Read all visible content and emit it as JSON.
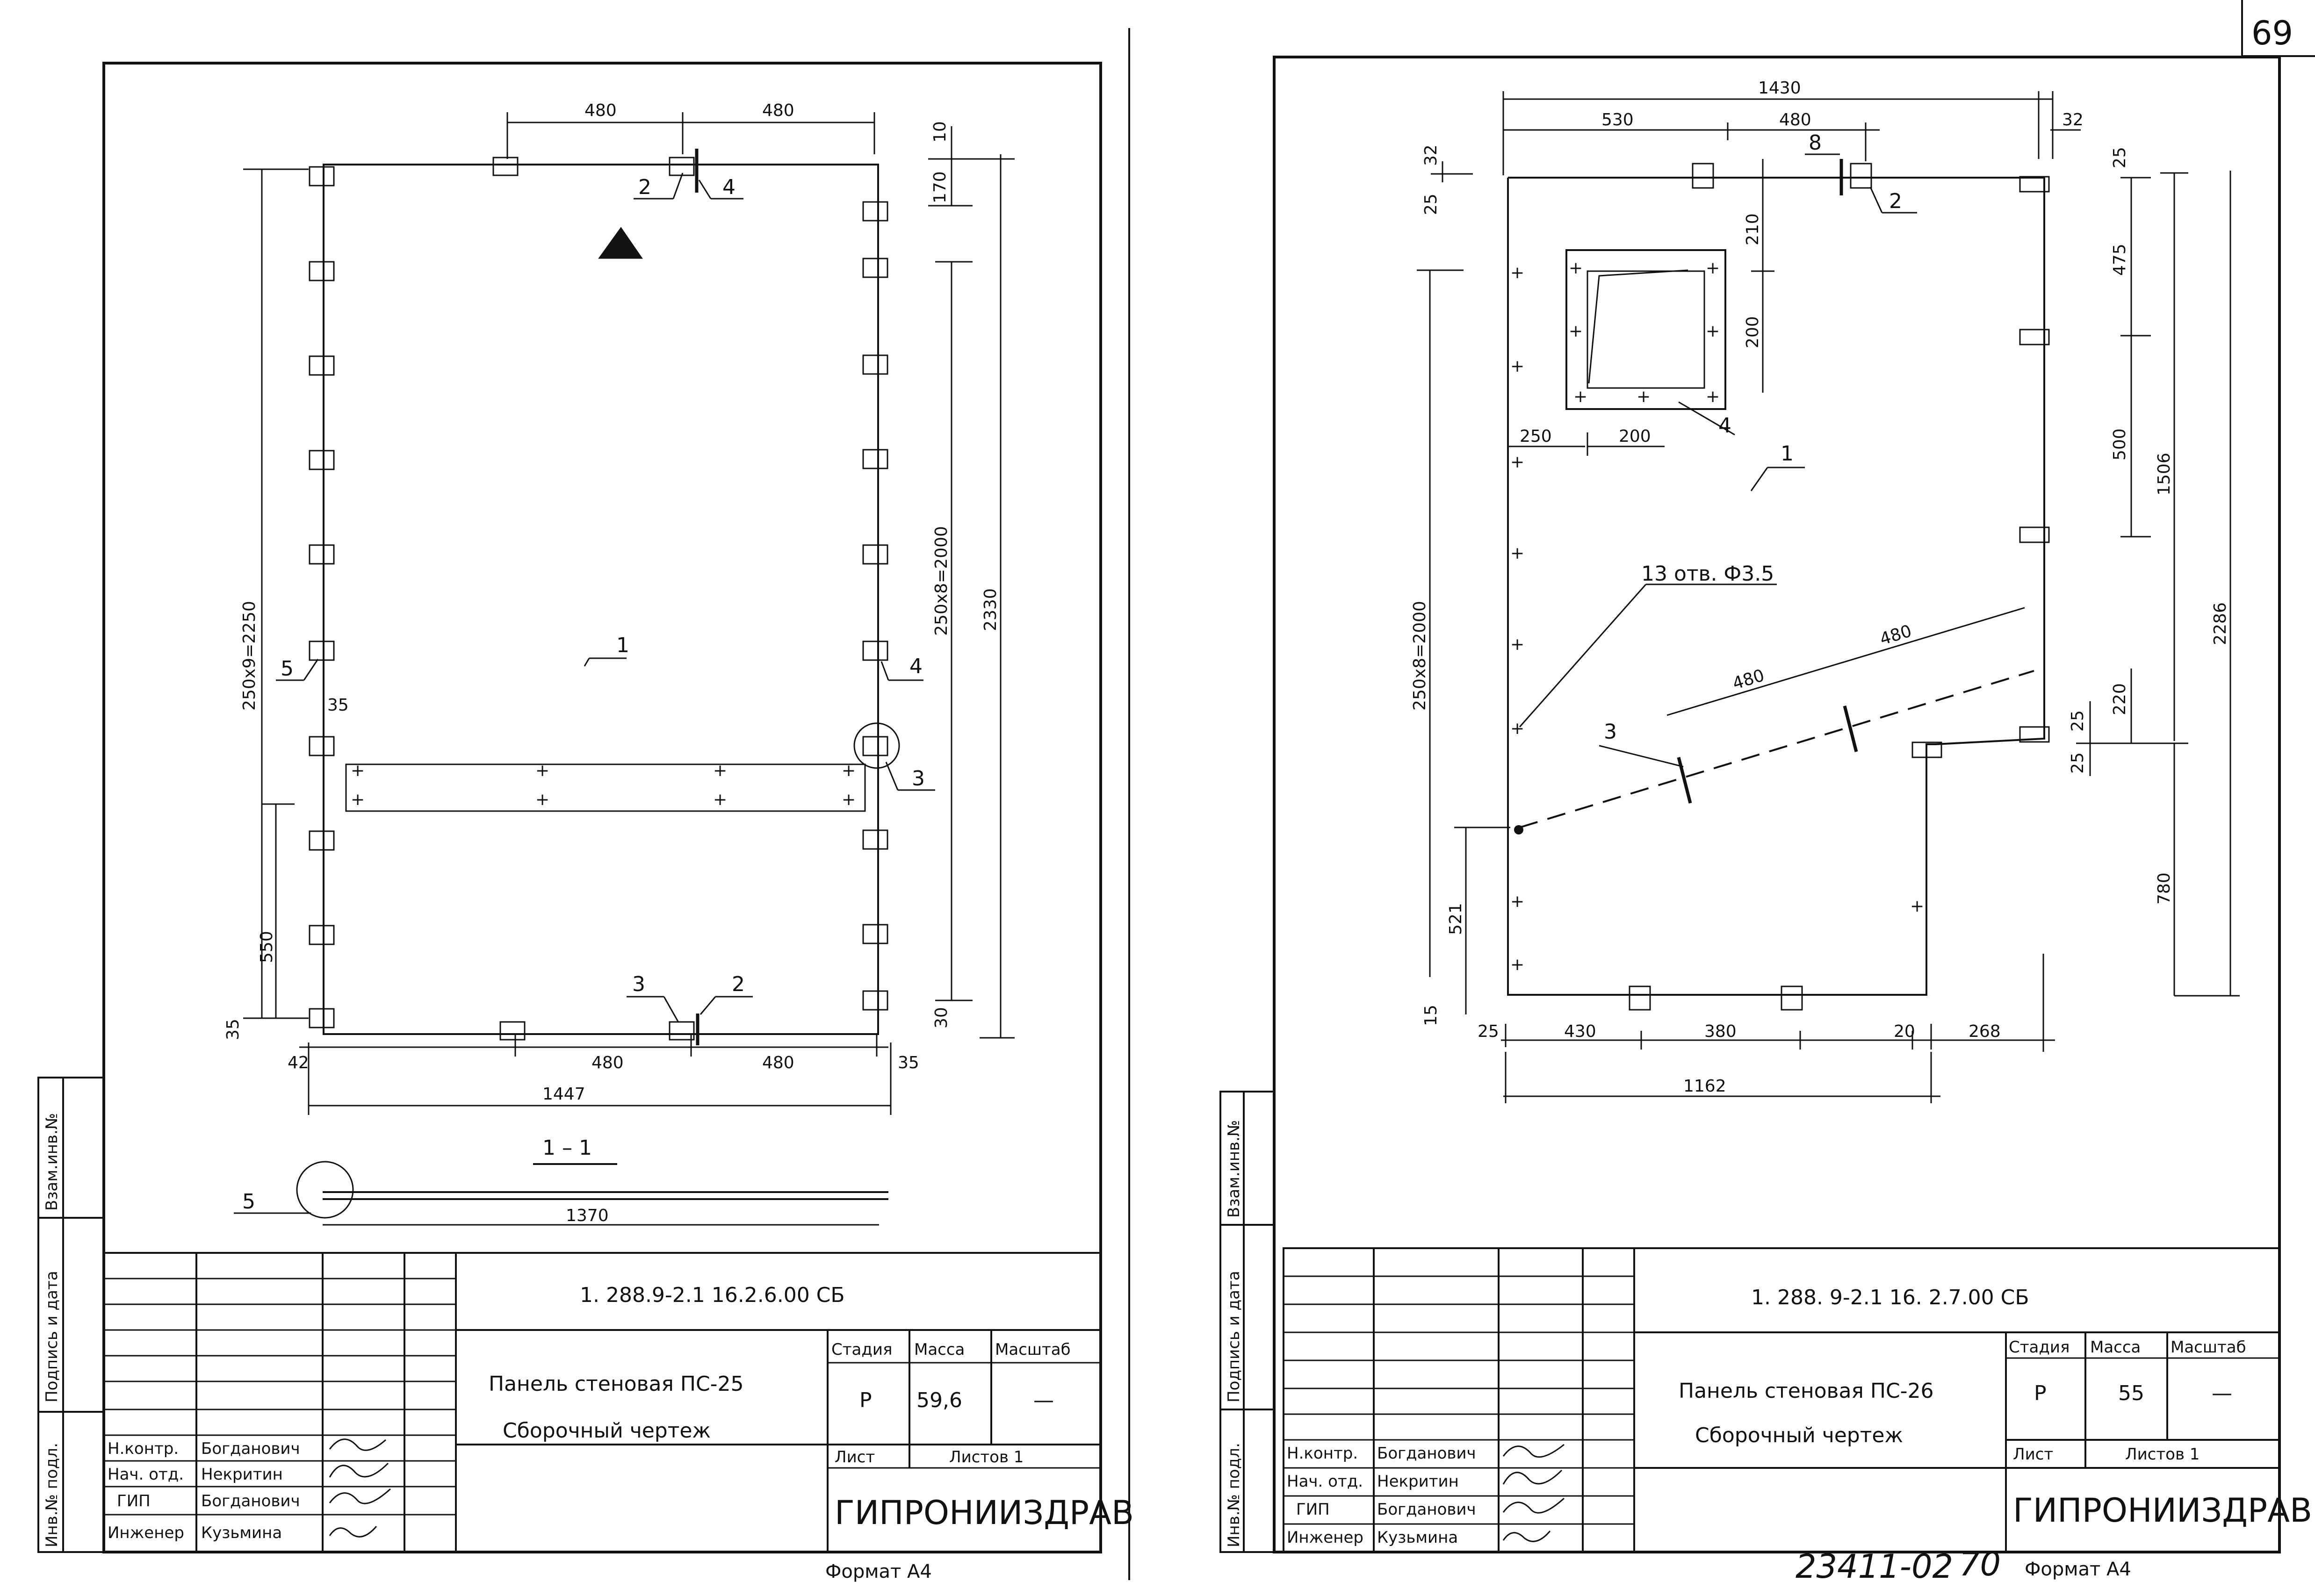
{
  "page_number": "69",
  "left_sheet": {
    "dimensions": {
      "top_480_a": "480",
      "top_480_b": "480",
      "right_10": "10",
      "right_170": "170",
      "right_250x8": "250x8=2000",
      "right_2330": "2330",
      "right_30": "30",
      "left_250x9": "250x9=2250",
      "left_35_dim": "35",
      "left_550": "550",
      "left_35_bottom": "35",
      "bottom_42": "42",
      "bottom_480_a": "480",
      "bottom_480_b": "480",
      "bottom_35": "35",
      "bottom_1447": "1447",
      "section_1370": "1370"
    },
    "callouts": {
      "c1": "1",
      "c2_top": "2",
      "c4_top": "4",
      "c5": "5",
      "c4_right": "4",
      "c3_right": "3",
      "c3_bottom": "3",
      "c2_bottom": "2",
      "c5_section": "5"
    },
    "section_label": "1 – 1",
    "title_block": {
      "code": "1. 288.9-2.1  16.2.6.00 СБ",
      "name_line1": "Панель стеновая ПС-25",
      "name_line2": "Сборочный чертеж",
      "stage_label": "Стадия",
      "mass_label": "Масса",
      "scale_label": "Масштаб",
      "stage_value": "Р",
      "mass_value": "59,6",
      "scale_value": "—",
      "sheet_label": "Лист",
      "sheets_label": "Листов 1",
      "org": "ГИПРОНИИЗДРАВ",
      "roles": [
        "Н.контр.",
        "Нач. отд.",
        "ГИП",
        "Инженер"
      ],
      "names": [
        "Богданович",
        "Некритин",
        "Богданович",
        "Кузьмина"
      ]
    },
    "side_stamp": [
      "Инв.№ подл.",
      "Подпись и дата",
      "Взам.инв.№"
    ],
    "format_note": "Формат А4"
  },
  "right_sheet": {
    "dimensions": {
      "top_1430": "1430",
      "top_530": "530",
      "top_480": "480",
      "top_32_right": "32",
      "left_32": "32",
      "left_25": "25",
      "dim_210": "210",
      "dim_200_v": "200",
      "dim_250": "250",
      "dim_200_h": "200",
      "dim_25_r": "25",
      "dim_475": "475",
      "dim_500": "500",
      "dim_1506": "1506",
      "dim_2286": "2286",
      "dim_220": "220",
      "dim_25_a": "25",
      "dim_25_b": "25",
      "dim_780": "780",
      "left_250x8": "250x8=2000",
      "left_521": "521",
      "left_15": "15",
      "diag_480_a": "480",
      "diag_480_b": "480",
      "bottom_25": "25",
      "bottom_430": "430",
      "bottom_380": "380",
      "bottom_20": "20",
      "bottom_268": "268",
      "bottom_1162": "1162"
    },
    "holes_note": "13 отв. Ф3.5",
    "callouts": {
      "c8": "8",
      "c2": "2",
      "c4": "4",
      "c1": "1",
      "c3": "3"
    },
    "title_block": {
      "code": "1. 288. 9-2.1  16. 2.7.00 СБ",
      "name_line1": "Панель стеновая ПС-26",
      "name_line2": "Сборочный чертеж",
      "stage_label": "Стадия",
      "mass_label": "Масса",
      "scale_label": "Масштаб",
      "stage_value": "Р",
      "mass_value": "55",
      "scale_value": "—",
      "sheet_label": "Лист",
      "sheets_label": "Листов 1",
      "org": "ГИПРОНИИЗДРАВ",
      "roles": [
        "Н.контр.",
        "Нач. отд.",
        "ГИП",
        "Инженер"
      ],
      "names": [
        "Богданович",
        "Некритин",
        "Богданович",
        "Кузьмина"
      ]
    },
    "side_stamp": [
      "Инв.№ подл.",
      "Подпись и дата",
      "Взам.инв.№"
    ],
    "footer_code": "23411-02",
    "footer_number": "70",
    "footer_format": "Формат А4"
  }
}
